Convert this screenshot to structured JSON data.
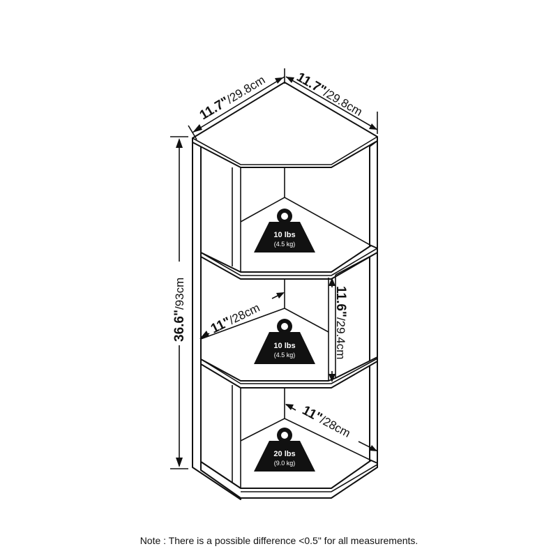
{
  "dimensions": {
    "top_left_width": {
      "bold": "11.7\"",
      "regular": "/29.8cm"
    },
    "top_right_width": {
      "bold": "11.7\"",
      "regular": "/29.8cm"
    },
    "total_height": {
      "bold": "36.6\"",
      "regular": "/93cm"
    },
    "shelf_gap_height": {
      "bold": "11.6\"",
      "regular": "/29.4cm"
    },
    "middle_shelf_depth": {
      "bold": "11\"",
      "regular": "/28cm"
    },
    "bottom_shelf_depth": {
      "bold": "11\"",
      "regular": "/28cm"
    }
  },
  "weight_capacities": [
    {
      "weight": "10 lbs",
      "metric": "(4.5 kg)"
    },
    {
      "weight": "10 lbs",
      "metric": "(4.5 kg)"
    },
    {
      "weight": "20 lbs",
      "metric": "(9.0 kg)"
    }
  ],
  "note": "Note : There is a possible difference <0.5\" for all measurements.",
  "colors": {
    "line": "#111111",
    "weight_icon": "#111111",
    "background": "#ffffff"
  },
  "icons": [
    "weight-icon"
  ]
}
